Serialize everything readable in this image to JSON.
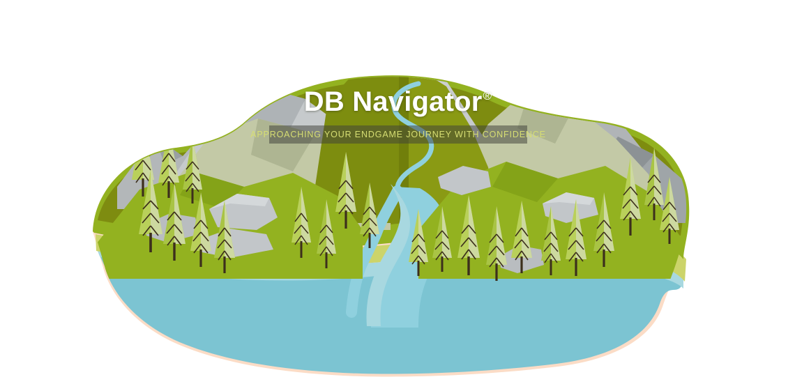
{
  "brand": {
    "title": "DB Navigator",
    "registered_mark": "®",
    "subtitle": "APPROACHING YOUR ENDGAME JOURNEY WITH CONFIDENCE"
  },
  "illustration": {
    "name": "low-poly-papercraft-island-landscape",
    "description": "Isometric papercraft style island with mountains, pine forests, a winding river and a lake"
  },
  "colors": {
    "background": "#ffffff",
    "rock_light": "#c9ccce",
    "rock_mid": "#b3b7b9",
    "rock_dark": "#9aa0a3",
    "rock_shadow": "#868d90",
    "moss_pale": "#c3c9a6",
    "moss_pale_dark": "#aeb592",
    "grass_olive": "#7e8c10",
    "grass_olive_dark": "#6c7a0c",
    "grass_green": "#93b220",
    "grass_green_dark": "#7f9c19",
    "grass_light": "#a4c02a",
    "sand_yellow": "#ccd46a",
    "water_pale": "#a8d8e0",
    "water_teal": "#7cc4d2",
    "water_river": "#8fd0de",
    "beach_cream": "#fbdcc6",
    "tree_light": "#b9d05a",
    "tree_mid": "#9fbe3f",
    "tree_dark": "#cdd9a0",
    "trunk": "#3c2f1c",
    "subtitle_band": "rgba(64,66,58,0.52)",
    "subtitle_text": "#d7de73",
    "title_text": "#ffffff"
  }
}
